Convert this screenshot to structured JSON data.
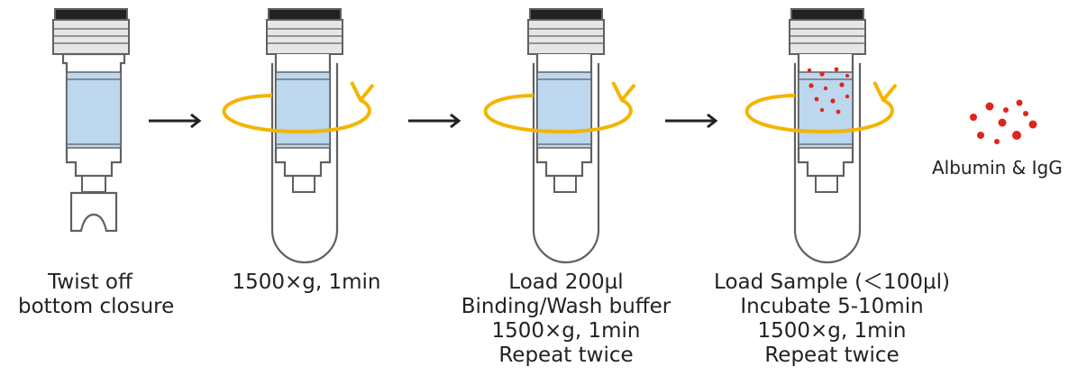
{
  "steps": [
    {
      "caption": [
        "Twist off",
        "bottom closure"
      ]
    },
    {
      "caption": [
        "1500×g, 1min"
      ]
    },
    {
      "caption": [
        "Load 200µl",
        "Binding/Wash buffer",
        "1500×g, 1min",
        "Repeat twice"
      ]
    },
    {
      "caption": [
        "Load Sample (＜100µl)",
        "Incubate 5-10min",
        "1500×g, 1min",
        "Repeat twice"
      ]
    }
  ],
  "legend": {
    "label": "Albumin & IgG"
  },
  "colors": {
    "outline": "#606060",
    "cap": "#e6e6e6",
    "cap_top": "#222222",
    "liquid": "#bcd7ee",
    "rotation_arrow": "#f4b400",
    "particles": "#e0241c",
    "flow_arrow": "#222222"
  },
  "icons": {
    "flow_arrow": "right-arrow-icon",
    "rotation": "spin-arrow-icon",
    "legend": "particle-cluster-icon"
  }
}
